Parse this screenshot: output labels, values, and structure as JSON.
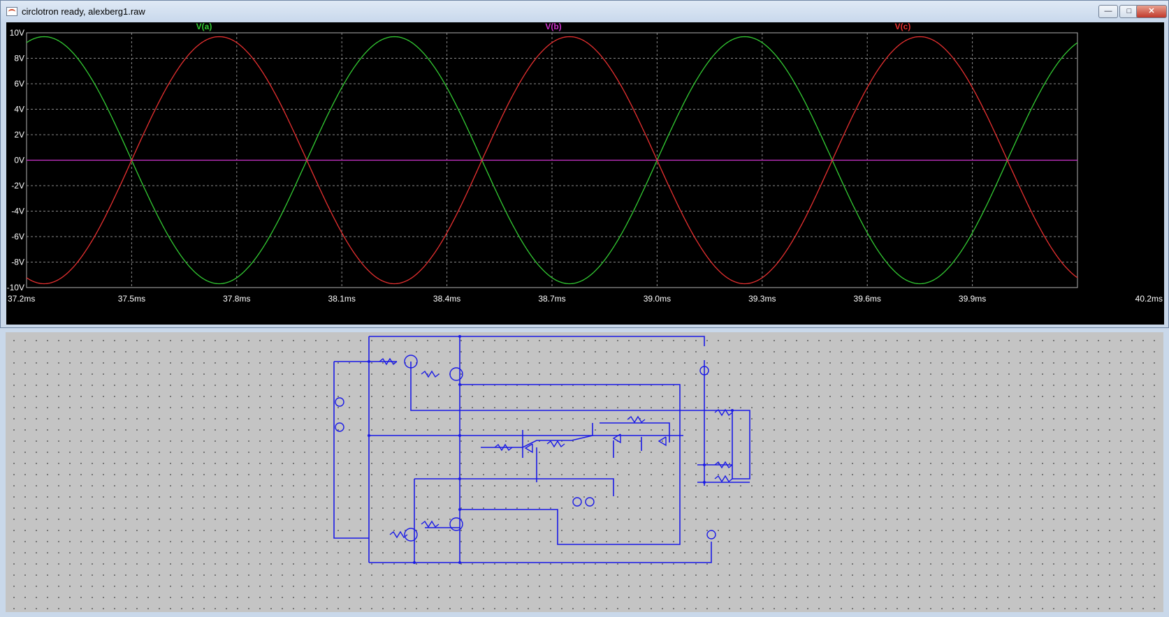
{
  "window": {
    "title": "circlotron ready, alexberg1.raw",
    "minimize_icon": "minimize-icon",
    "maximize_icon": "maximize-icon",
    "close_icon": "close-icon"
  },
  "colors": {
    "plot_background": "#000000",
    "grid": "#8a8a8a",
    "axis_labels": "#ffffff",
    "trace_a": "#33cc33",
    "trace_b": "#cc33cc",
    "trace_c": "#e83030",
    "wire": "#1a1ae6",
    "schematic_background": "#c4c4c4"
  },
  "chart_data": {
    "type": "line",
    "title": "",
    "xlabel": "",
    "ylabel": "",
    "xlim": [
      37.2,
      40.2
    ],
    "ylim": [
      -10,
      10
    ],
    "grid": true,
    "legend_placement": "top",
    "x_tick_labels": [
      "37.2ms",
      "37.5ms",
      "37.8ms",
      "38.1ms",
      "38.4ms",
      "38.7ms",
      "39.0ms",
      "39.3ms",
      "39.6ms",
      "39.9ms",
      "40.2ms"
    ],
    "x_ticks": [
      37.2,
      37.5,
      37.8,
      38.1,
      38.4,
      38.7,
      39.0,
      39.3,
      39.6,
      39.9,
      40.2
    ],
    "y_tick_labels": [
      "10V",
      "8V",
      "6V",
      "4V",
      "2V",
      "0V",
      "-2V",
      "-4V",
      "-6V",
      "-8V",
      "-10V"
    ],
    "y_ticks": [
      10,
      8,
      6,
      4,
      2,
      0,
      -2,
      -4,
      -6,
      -8,
      -10
    ],
    "series": [
      {
        "name": "V(a)",
        "color": "#33cc33",
        "x": [
          37.2,
          37.25,
          37.3,
          37.35,
          37.4,
          37.45,
          37.5,
          37.55,
          37.6,
          37.65,
          37.7,
          37.75,
          37.8,
          37.85,
          37.9,
          37.95,
          38.0,
          38.05,
          38.1,
          38.15,
          38.2,
          38.25,
          38.3,
          38.35,
          38.4,
          38.45,
          38.5,
          38.55,
          38.6,
          38.65,
          38.7,
          38.75,
          38.8,
          38.85,
          38.9,
          38.95,
          39.0,
          39.05,
          39.1,
          39.15,
          39.2,
          39.25,
          39.3,
          39.35,
          39.4,
          39.45,
          39.5,
          39.55,
          39.6,
          39.65,
          39.7,
          39.75,
          39.8,
          39.85,
          39.9,
          39.95,
          40.0,
          40.05,
          40.1,
          40.15,
          40.2
        ],
        "values": [
          9.3,
          9.7,
          9.2,
          7.9,
          5.7,
          3.0,
          0.0,
          -3.0,
          -5.7,
          -7.9,
          -9.2,
          -9.7,
          -9.2,
          -7.9,
          -5.7,
          -3.0,
          0.0,
          3.0,
          5.7,
          7.9,
          9.2,
          9.7,
          9.2,
          7.9,
          5.7,
          3.0,
          0.0,
          -3.0,
          -5.7,
          -7.9,
          -9.2,
          -9.7,
          -9.2,
          -7.9,
          -5.7,
          -3.0,
          0.0,
          3.0,
          5.7,
          7.9,
          9.2,
          9.7,
          9.2,
          7.9,
          5.7,
          3.0,
          0.0,
          -3.0,
          -5.7,
          -7.9,
          -9.2,
          -9.7,
          -9.2,
          -7.9,
          -5.7,
          -3.0,
          0.0,
          3.0,
          5.7,
          7.9,
          9.2
        ]
      },
      {
        "name": "V(b)",
        "color": "#cc33cc",
        "x": [
          37.2,
          40.2
        ],
        "values": [
          0,
          0
        ]
      },
      {
        "name": "V(c)",
        "color": "#e83030",
        "x": [
          37.2,
          37.25,
          37.3,
          37.35,
          37.4,
          37.45,
          37.5,
          37.55,
          37.6,
          37.65,
          37.7,
          37.75,
          37.8,
          37.85,
          37.9,
          37.95,
          38.0,
          38.05,
          38.1,
          38.15,
          38.2,
          38.25,
          38.3,
          38.35,
          38.4,
          38.45,
          38.5,
          38.55,
          38.6,
          38.65,
          38.7,
          38.75,
          38.8,
          38.85,
          38.9,
          38.95,
          39.0,
          39.05,
          39.1,
          39.15,
          39.2,
          39.25,
          39.3,
          39.35,
          39.4,
          39.45,
          39.5,
          39.55,
          39.6,
          39.65,
          39.7,
          39.75,
          39.8,
          39.85,
          39.9,
          39.95,
          40.0,
          40.05,
          40.1,
          40.15,
          40.2
        ],
        "values": [
          -9.3,
          -9.7,
          -9.2,
          -7.9,
          -5.7,
          -3.0,
          0.0,
          3.0,
          5.7,
          7.9,
          9.2,
          9.7,
          9.2,
          7.9,
          5.7,
          3.0,
          0.0,
          -3.0,
          -5.7,
          -7.9,
          -9.2,
          -9.7,
          -9.2,
          -7.9,
          -5.7,
          -3.0,
          0.0,
          3.0,
          5.7,
          7.9,
          9.2,
          9.7,
          9.2,
          7.9,
          5.7,
          3.0,
          0.0,
          -3.0,
          -5.7,
          -7.9,
          -9.2,
          -9.7,
          -9.2,
          -7.9,
          -5.7,
          -3.0,
          0.0,
          3.0,
          5.7,
          7.9,
          9.2,
          9.7,
          9.2,
          7.9,
          5.7,
          3.0,
          0.0,
          -3.0,
          -5.7,
          -7.9,
          -9.2
        ]
      }
    ]
  }
}
